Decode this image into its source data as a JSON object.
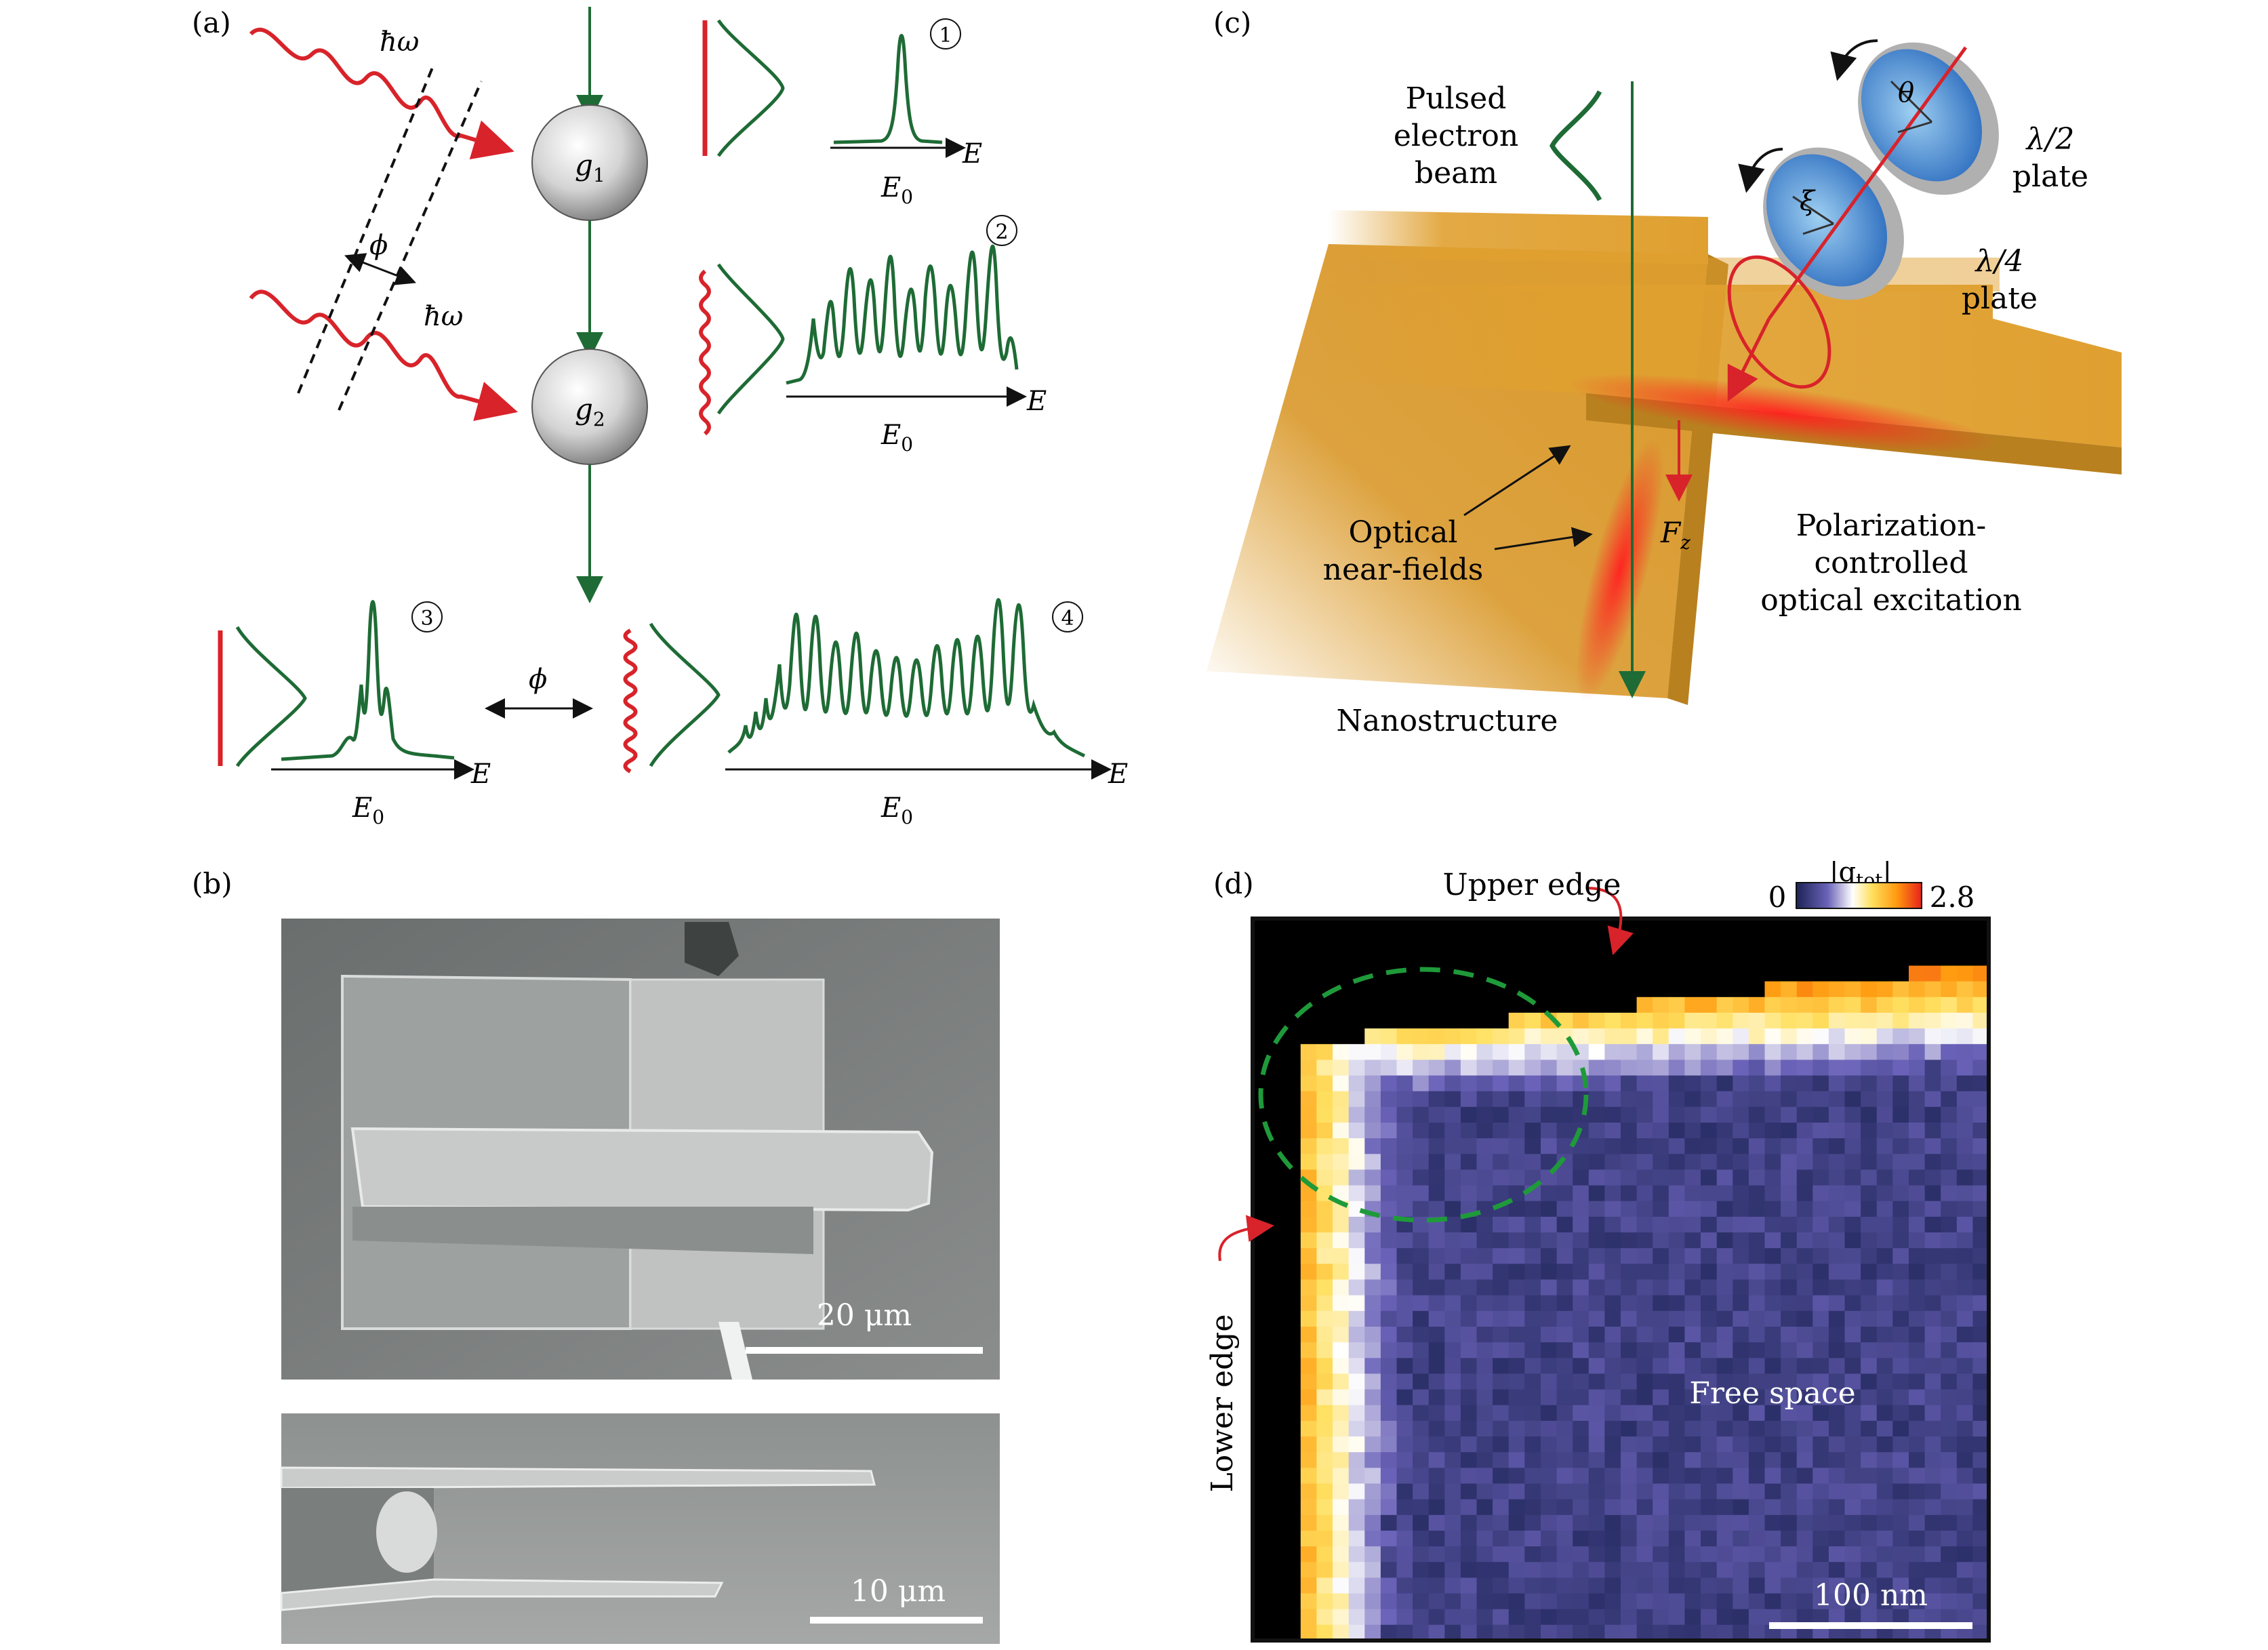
{
  "panel_a": {
    "label": "(a)",
    "photon_label_1": "ħω",
    "photon_label_2": "ħω",
    "phase_label": "ϕ",
    "coupling_1": "g",
    "coupling_1_sub": "1",
    "coupling_2": "g",
    "coupling_2_sub": "2",
    "spectrum_1_marker": "1",
    "spectrum_2_marker": "2",
    "spectrum_3_marker": "3",
    "spectrum_4_marker": "4",
    "energy_axis": "E",
    "center_energy": "E",
    "center_energy_sub": "0",
    "bottom_phase_label": "ϕ"
  },
  "panel_b": {
    "label": "(b)",
    "scalebar_top": "20 μm",
    "scalebar_bottom": "10 μm"
  },
  "panel_c": {
    "label": "(c)",
    "electron_beam": [
      "Pulsed",
      "electron",
      "beam"
    ],
    "half_wave": [
      "λ/2",
      "plate"
    ],
    "quarter_wave": [
      "λ/4",
      "plate"
    ],
    "angle_theta": "θ",
    "angle_xi": "ξ",
    "near_fields": [
      "Optical",
      "near-fields"
    ],
    "force": "F",
    "force_sub": "z",
    "excitation": [
      "Polarization-",
      "controlled",
      "optical excitation"
    ],
    "nanostructure": "Nanostructure"
  },
  "panel_d": {
    "label": "(d)",
    "colorbar_title": "|g",
    "colorbar_title_sub": "tot",
    "colorbar_title_end": "|",
    "colorbar_min": "0",
    "colorbar_max": "2.8",
    "upper_edge": "Upper edge",
    "lower_edge": "Lower edge",
    "free_space": "Free space",
    "scalebar": "100 nm"
  },
  "colors": {
    "electron_green": "#1e6b35",
    "laser_red": "#d8232a",
    "gold": "#e0a030",
    "colormap_low": "#1c2355",
    "colormap_mid": "#ffffff",
    "colormap_high": "#e8221a"
  }
}
